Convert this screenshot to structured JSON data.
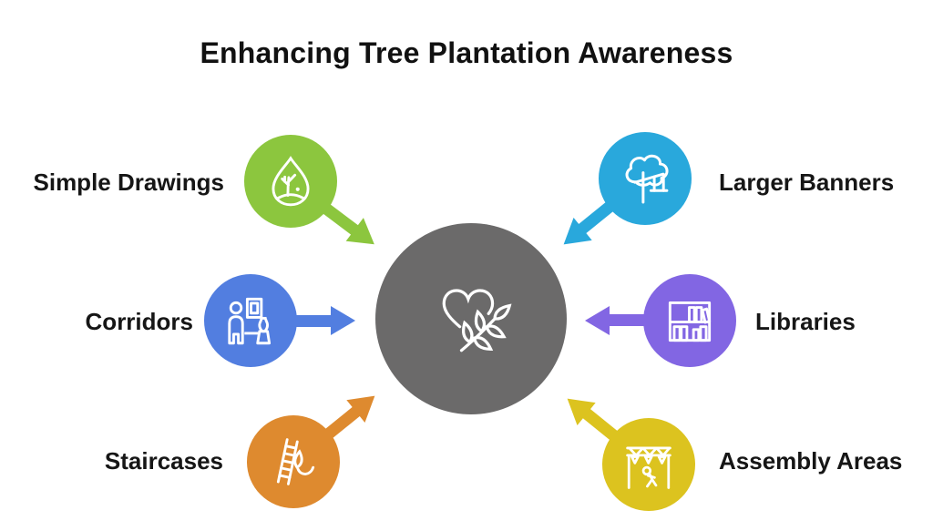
{
  "title": "Enhancing Tree Plantation Awareness",
  "center": {
    "icon": "heart-leaf-icon",
    "color": "#6B6A6A",
    "icon_color": "#FFFFFF"
  },
  "nodes": [
    {
      "label": "Simple Drawings",
      "icon": "sapling-drop-icon",
      "color": "#8CC63E",
      "position": "top-left"
    },
    {
      "label": "Larger Banners",
      "icon": "tree-swing-icon",
      "color": "#29A8DC",
      "position": "top-right"
    },
    {
      "label": "Corridors",
      "icon": "hallway-display-icon",
      "color": "#527EE0",
      "position": "middle-left"
    },
    {
      "label": "Libraries",
      "icon": "bookshelf-icon",
      "color": "#8266E3",
      "position": "middle-right"
    },
    {
      "label": "Staircases",
      "icon": "ladder-leaf-icon",
      "color": "#DE8A2F",
      "position": "bottom-left"
    },
    {
      "label": "Assembly Areas",
      "icon": "stage-bunting-icon",
      "color": "#DCC31F",
      "position": "bottom-right"
    }
  ],
  "text_color": "#161616"
}
